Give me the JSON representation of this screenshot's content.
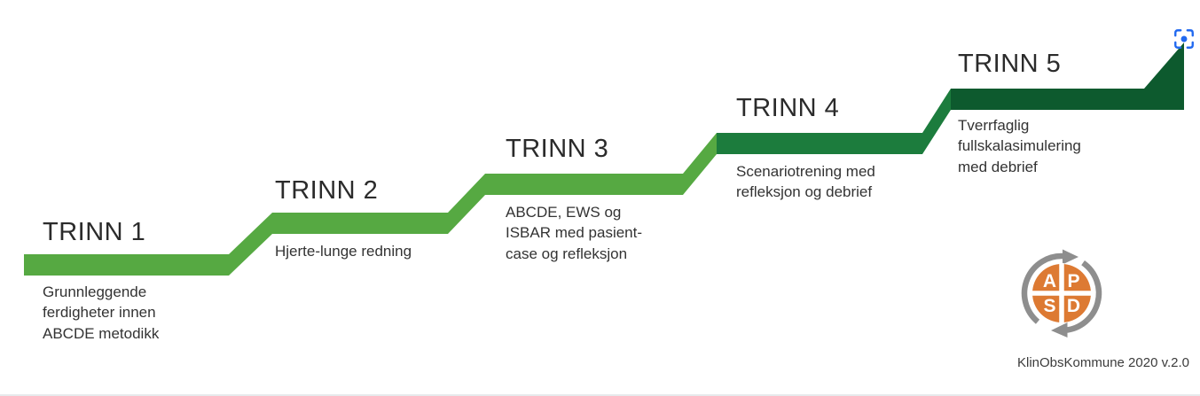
{
  "colors": {
    "step_light_green": "#56a942",
    "step_medium_green": "#1c7c3d",
    "step_dark_green": "#0d5a2e",
    "heading_text": "#2b2b2b",
    "body_text": "#333333",
    "logo_orange": "#dd7a33",
    "logo_arrow_gray": "#8e8e8e",
    "capture_icon_blue": "#2169f0",
    "bottom_border": "#e7eaec"
  },
  "steps": [
    {
      "title": "TRINN 1",
      "description": "Grunnleggende\nferdigheter innen\nABCDE metodikk"
    },
    {
      "title": "TRINN 2",
      "description": "Hjerte-lunge redning"
    },
    {
      "title": "TRINN 3",
      "description": "ABCDE, EWS og\nISBAR med pasient-\ncase og refleksjon"
    },
    {
      "title": "TRINN 4",
      "description": "Scenariotrening med\nrefleksjon og debrief"
    },
    {
      "title": "TRINN 5",
      "description": "Tverrfaglig\nfullskalasimulering\nmed debrief"
    }
  ],
  "logo": {
    "letters": {
      "top_left": "A",
      "top_right": "P",
      "bottom_left": "S",
      "bottom_right": "D"
    }
  },
  "footer": {
    "credit": "KlinObsKommune 2020 v.2.0"
  }
}
